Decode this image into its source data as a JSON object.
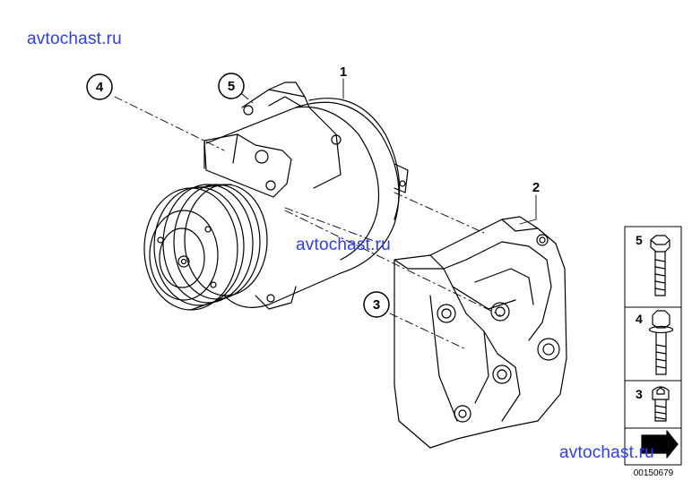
{
  "watermarks": [
    "avtochast.ru",
    "avtochast.ru",
    "avtochast.ru"
  ],
  "callouts": {
    "compressor": "1",
    "bracket": "2",
    "bolt_m3": "3",
    "bolt_m4": "4",
    "bolt_m5": "5"
  },
  "legend": {
    "items": [
      {
        "number": "5",
        "part": "long-hex-bolt"
      },
      {
        "number": "4",
        "part": "flange-bolt"
      },
      {
        "number": "3",
        "part": "short-hex-socket-bolt"
      }
    ]
  },
  "diagram_number": "00150679",
  "colors": {
    "line": "#000000",
    "watermark": "#2a3cff",
    "background": "#ffffff"
  }
}
